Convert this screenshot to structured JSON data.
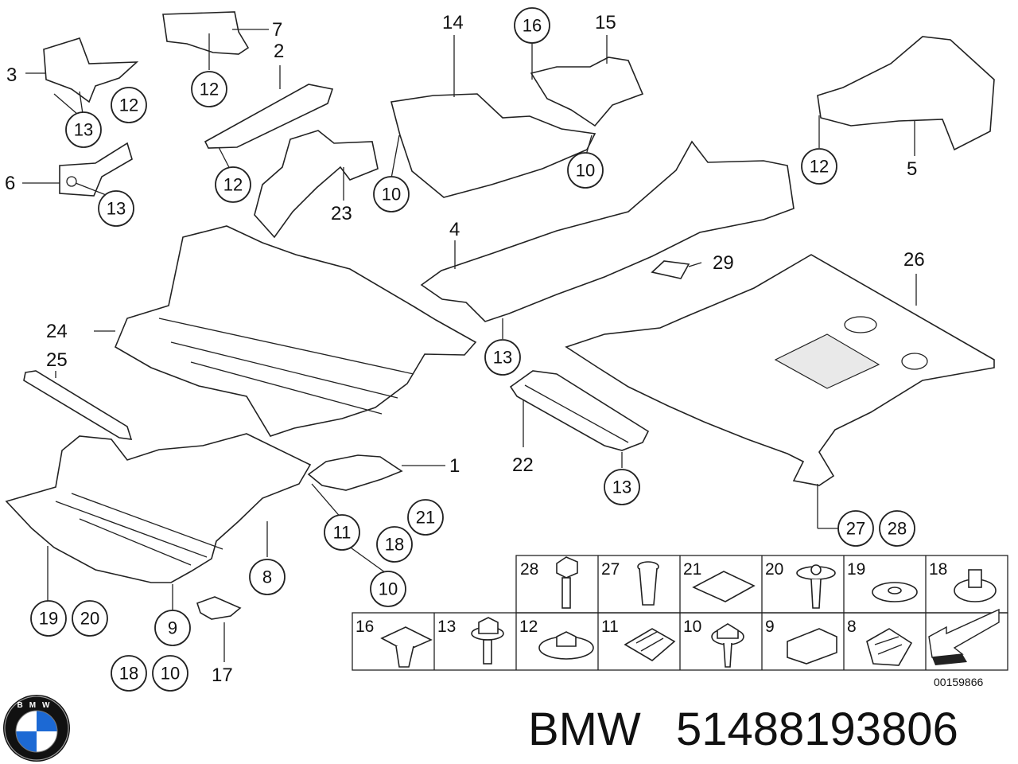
{
  "callouts": {
    "c1": "1",
    "c2": "2",
    "c3": "3",
    "c4": "4",
    "c5": "5",
    "c6": "6",
    "c7": "7",
    "c8": "8",
    "c9": "9",
    "c10a": "10",
    "c10b": "10",
    "c10c": "10",
    "c10d": "10",
    "c11": "11",
    "c12a": "12",
    "c12b": "12",
    "c12c": "12",
    "c12d": "12",
    "c13a": "13",
    "c13b": "13",
    "c13c": "13",
    "c13d": "13",
    "c14": "14",
    "c15": "15",
    "c16": "16",
    "c17": "17",
    "c18a": "18",
    "c18b": "18",
    "c19": "19",
    "c20": "20",
    "c21": "21",
    "c22": "22",
    "c23": "23",
    "c24": "24",
    "c25": "25",
    "c26": "26",
    "c27": "27",
    "c28": "28",
    "c29": "29"
  },
  "parts_table": {
    "row1": [
      "28",
      "27",
      "21",
      "20",
      "19",
      "18"
    ],
    "row2": [
      "16",
      "13",
      "12",
      "11",
      "10",
      "9",
      "8",
      ""
    ]
  },
  "diagram_ref": "00159866",
  "footer": {
    "brand": "BMW",
    "part_number": "51488193806"
  },
  "logo": {
    "text": "BMW",
    "colors": {
      "blue": "#1c69d4",
      "black": "#111111"
    }
  }
}
